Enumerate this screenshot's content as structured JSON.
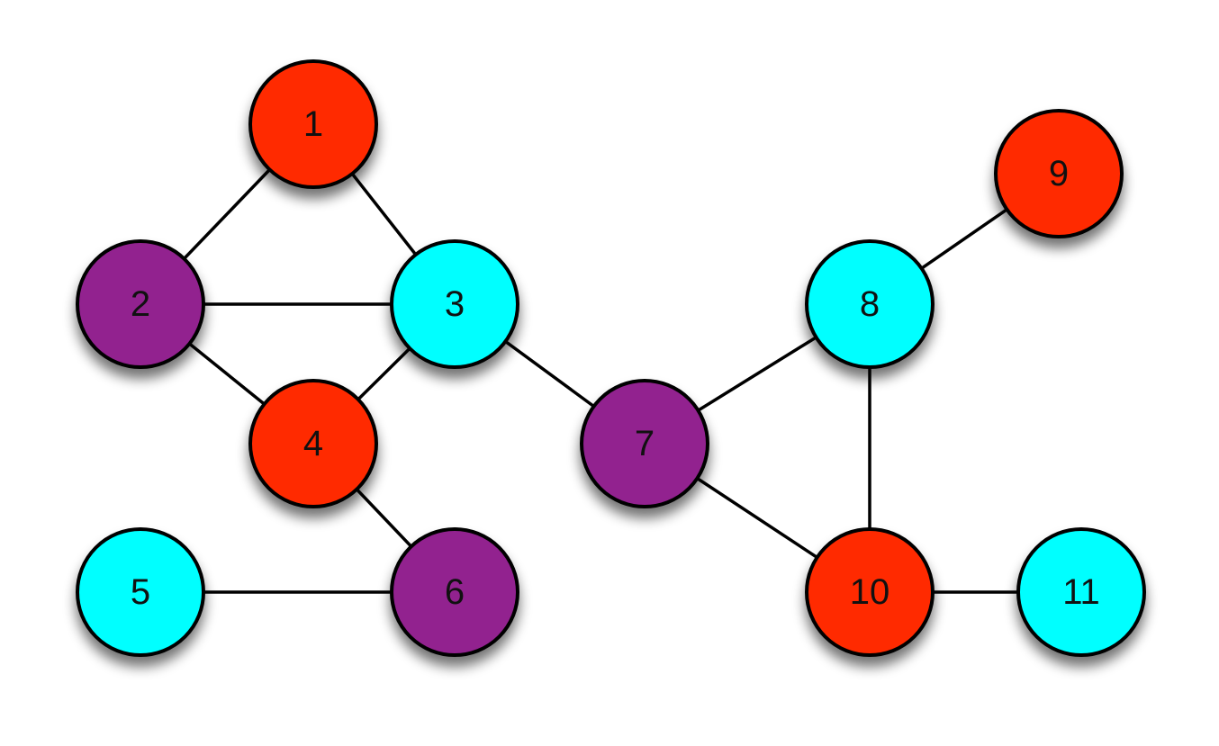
{
  "colors": {
    "red": "#ff2a00",
    "purple": "#92228f",
    "cyan": "#00ffff"
  },
  "graph": {
    "nodes": [
      {
        "id": "1",
        "label": "1",
        "color": "red"
      },
      {
        "id": "2",
        "label": "2",
        "color": "purple"
      },
      {
        "id": "3",
        "label": "3",
        "color": "cyan"
      },
      {
        "id": "4",
        "label": "4",
        "color": "red"
      },
      {
        "id": "5",
        "label": "5",
        "color": "cyan"
      },
      {
        "id": "6",
        "label": "6",
        "color": "purple"
      },
      {
        "id": "7",
        "label": "7",
        "color": "purple"
      },
      {
        "id": "8",
        "label": "8",
        "color": "cyan"
      },
      {
        "id": "9",
        "label": "9",
        "color": "red"
      },
      {
        "id": "10",
        "label": "10",
        "color": "red"
      },
      {
        "id": "11",
        "label": "11",
        "color": "cyan"
      }
    ],
    "edges": [
      {
        "from": "1",
        "to": "2"
      },
      {
        "from": "1",
        "to": "3"
      },
      {
        "from": "2",
        "to": "3"
      },
      {
        "from": "2",
        "to": "4"
      },
      {
        "from": "3",
        "to": "4"
      },
      {
        "from": "3",
        "to": "7"
      },
      {
        "from": "4",
        "to": "6"
      },
      {
        "from": "5",
        "to": "6"
      },
      {
        "from": "7",
        "to": "8"
      },
      {
        "from": "7",
        "to": "10"
      },
      {
        "from": "8",
        "to": "9"
      },
      {
        "from": "8",
        "to": "10"
      },
      {
        "from": "10",
        "to": "11"
      }
    ]
  }
}
